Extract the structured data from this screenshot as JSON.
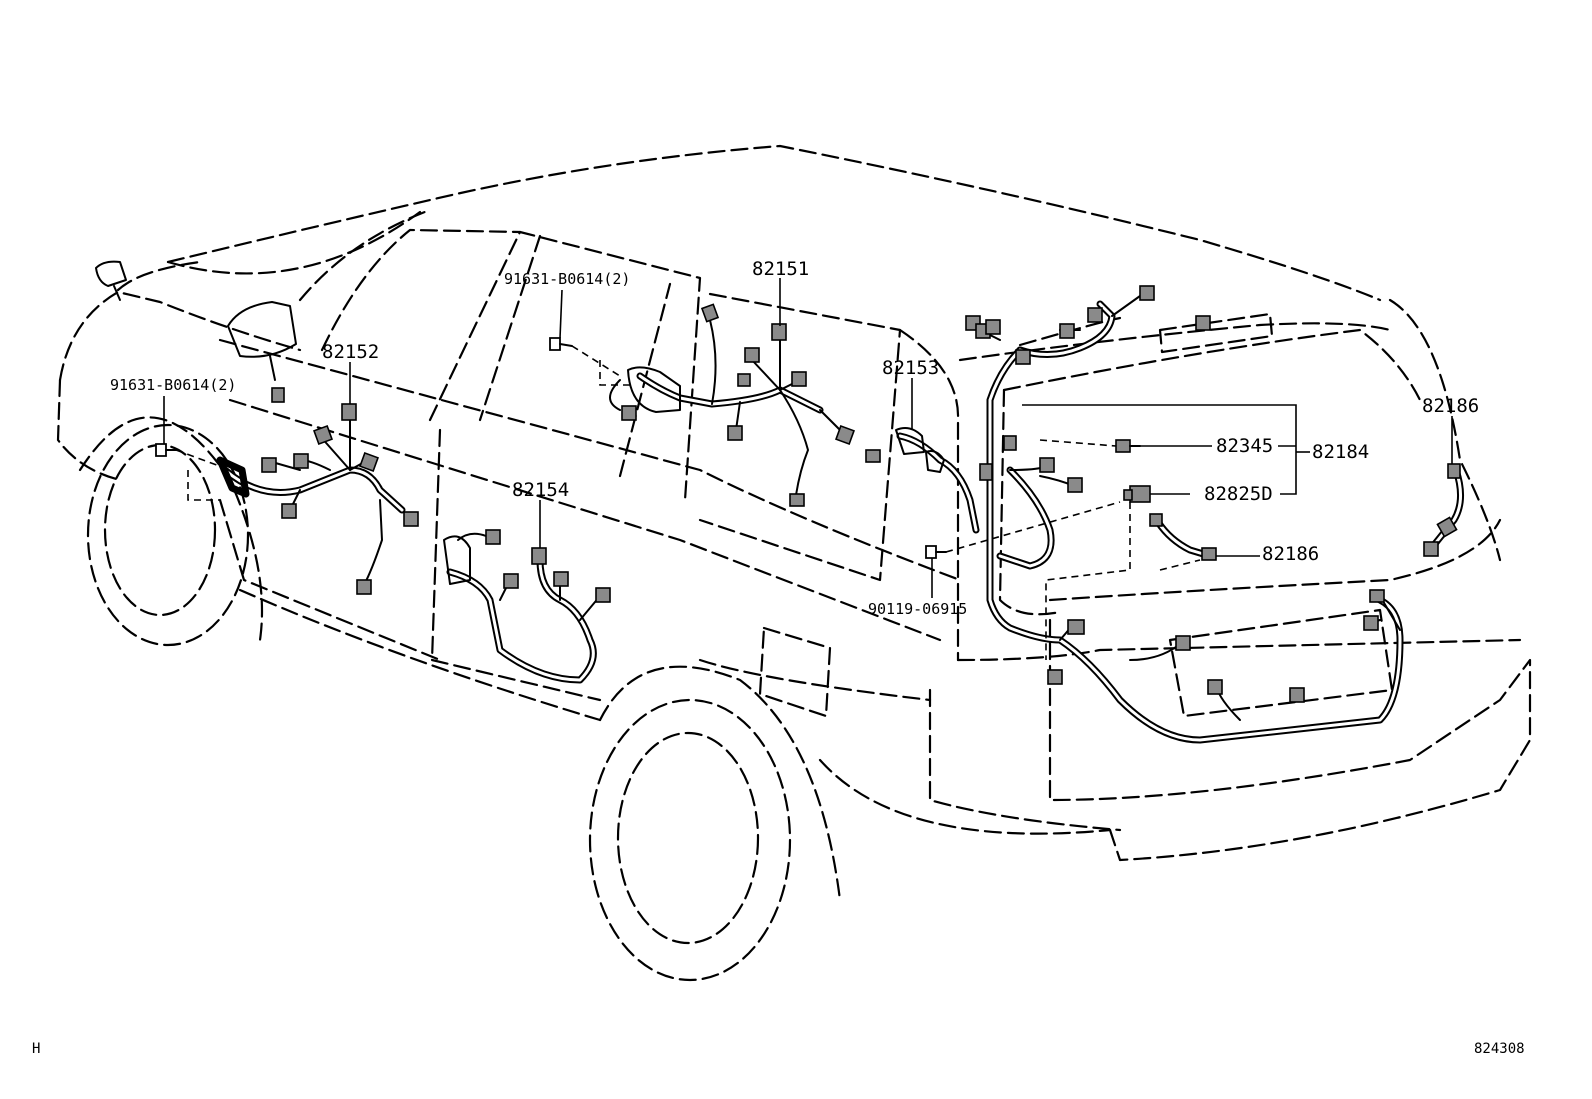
{
  "labels": {
    "p82151": "82151",
    "p82152": "82152",
    "p82153": "82153",
    "p82154": "82154",
    "p82186_top": "82186",
    "p82186_mid": "82186",
    "p82345": "82345",
    "p82184": "82184",
    "p82825d": "82825D",
    "bolt_front": "91631-B0614(2)",
    "bolt_center": "91631-B0614(2)",
    "bolt_rear": "90119-06915"
  },
  "corner": {
    "left": "H",
    "right": "824308"
  }
}
